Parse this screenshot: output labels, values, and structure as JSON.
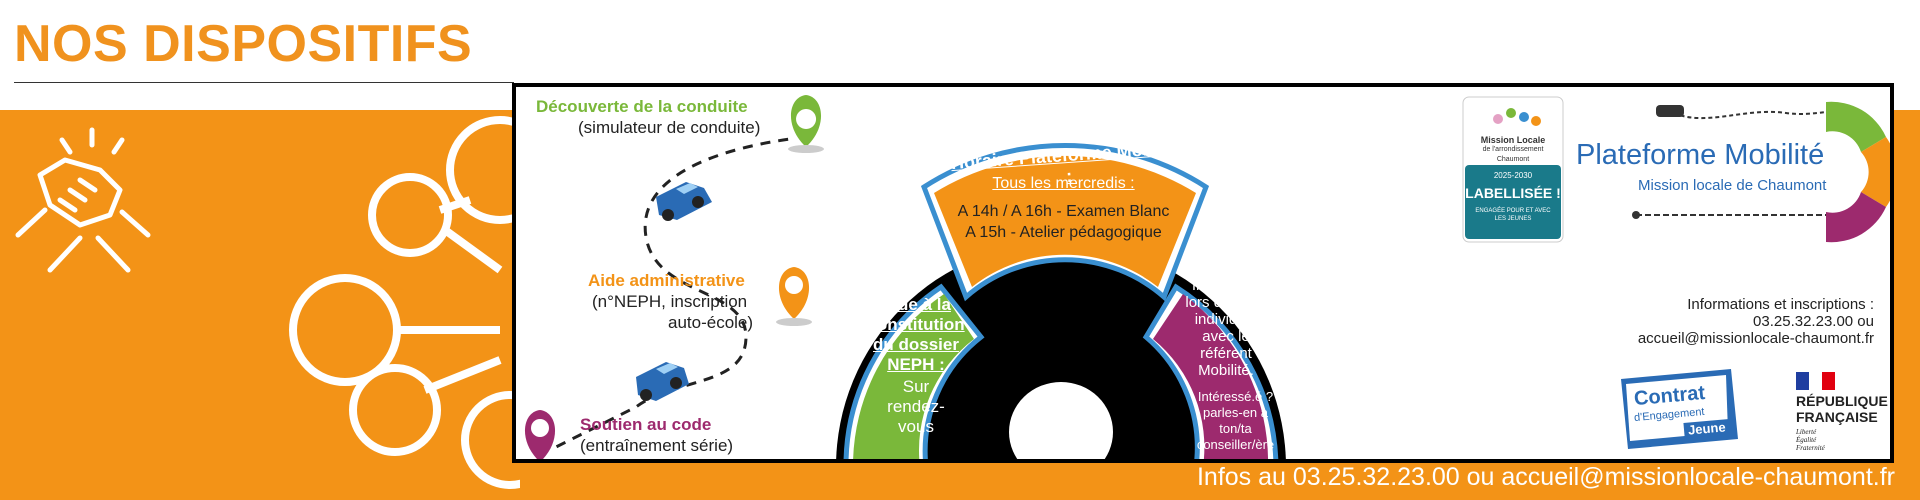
{
  "page_title": "NOS DISPOSITIFS",
  "footer_text": "Infos au 03.25.32.23.00 ou accueil@missionlocale-chaumont.fr",
  "colors": {
    "orange": "#f39317",
    "green": "#7ab83a",
    "purple": "#9d2a6e",
    "blue": "#2a6bb5"
  },
  "steps": [
    {
      "title": "Découverte de la conduite",
      "subtitle": "(simulateur de conduite)",
      "color": "green",
      "icon": "map-pin-icon"
    },
    {
      "title": "Aide administrative",
      "subtitle1": "(n°NEPH, inscription",
      "subtitle2": "auto-école)",
      "color": "orange",
      "icon": "map-pin-icon"
    },
    {
      "title": "Soutien au code",
      "subtitle": "(entraînement série)",
      "color": "purple",
      "icon": "map-pin-icon"
    }
  ],
  "arc": {
    "top_title": "Horaire Plateforme Mobilité :",
    "top_line1": "Tous les mercredis :",
    "top_line2": "A 14h / A 16h - Examen Blanc",
    "top_line3": "A 15h - Atelier pédagogique",
    "left_lines": [
      "Aide à la",
      "constitution",
      "du dossier",
      "NEPH :"
    ],
    "left_sub": [
      "Sur",
      "rendez-",
      "vous"
    ],
    "right_lines": [
      "Inscription",
      "lors d'un rdv",
      "individuel",
      "avec le",
      "référent",
      "Mobilité."
    ],
    "right_sub": [
      "Intéressé.é ?",
      "parles-en à",
      "ton/ta",
      "conseiller/ère"
    ]
  },
  "logos": {
    "mission_locale_lines": [
      "Mission Locale",
      "de l'arrondissement",
      "Chaumont"
    ],
    "labellisee_year": "2025-2030",
    "labellisee": "LABELLISÉE !",
    "labellisee_sub": [
      "ENGAGÉE POUR ET AVEC",
      "LES JEUNES"
    ],
    "plateforme_title": "Plateforme Mobilité",
    "plateforme_sub": "Mission locale de Chaumont",
    "contrat_lines": [
      "Contrat",
      "d'Engagement",
      "Jeune"
    ],
    "republique_lines": [
      "RÉPUBLIQUE",
      "FRANÇAISE"
    ],
    "devise": [
      "Liberté",
      "Égalité",
      "Fraternité"
    ]
  },
  "contact": {
    "label": "Informations et inscriptions :",
    "phone": "03.25.32.23.00 ou",
    "email": "accueil@missionlocale-chaumont.fr"
  }
}
